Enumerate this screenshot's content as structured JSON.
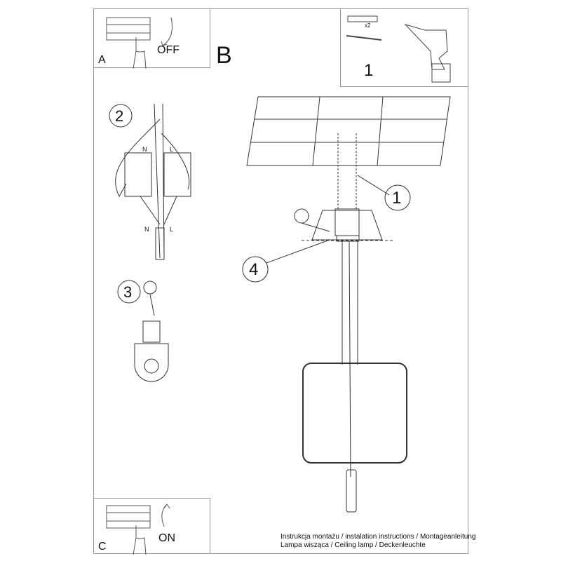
{
  "panels": {
    "a": {
      "letter": "A",
      "action": "OFF"
    },
    "b": {
      "letter": "B"
    },
    "c": {
      "letter": "C",
      "action": "ON"
    }
  },
  "parts": {
    "quantity": "x2"
  },
  "steps": {
    "s1": "1",
    "s2": "2",
    "s3": "3",
    "s4": "4",
    "s1_main": "1"
  },
  "wiring": {
    "neutral": "N",
    "live": "L"
  },
  "footer": {
    "line1": "Instrukcja montażu / instalation instructions / Montageanleitung",
    "line2": "Lampa wisząca / Ceiling lamp / Deckenleuchte"
  }
}
